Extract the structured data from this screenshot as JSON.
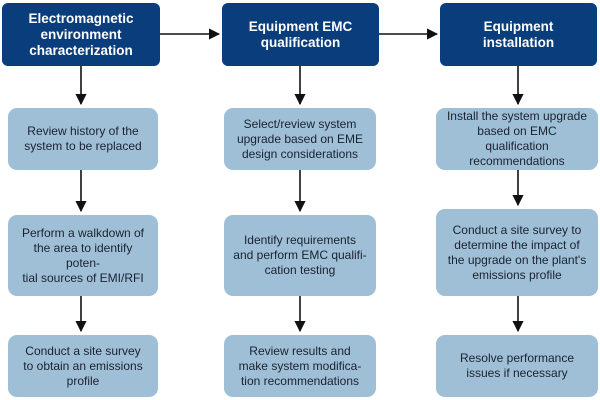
{
  "columns": [
    {
      "header": "Electromagnetic\nenvironment\ncharacterization",
      "steps": [
        "Review history of the\nsystem to be replaced",
        "Perform a walkdown of\nthe area to identify poten-\ntial sources of EMI/RFI",
        "Conduct a site survey\nto obtain an emissions\nprofile"
      ]
    },
    {
      "header": "Equipment EMC\nqualification",
      "steps": [
        "Select/review system\nupgrade based on EME\ndesign considerations",
        "Identify requirements\nand perform EMC qualifi-\ncation testing",
        "Review results and\nmake system modifica-\ntion recommendations"
      ]
    },
    {
      "header": "Equipment\ninstallation",
      "steps": [
        "Install the system upgrade\nbased on EMC qualification\nrecommendations",
        "Conduct a site survey to\ndetermine the impact of\nthe upgrade on the plant's\nemissions profile",
        "Resolve performance\nissues if necessary"
      ]
    }
  ],
  "colors": {
    "header_fill": "#0a3d7c",
    "step_fill": "#9fbfd6",
    "arrow": "#111111"
  }
}
